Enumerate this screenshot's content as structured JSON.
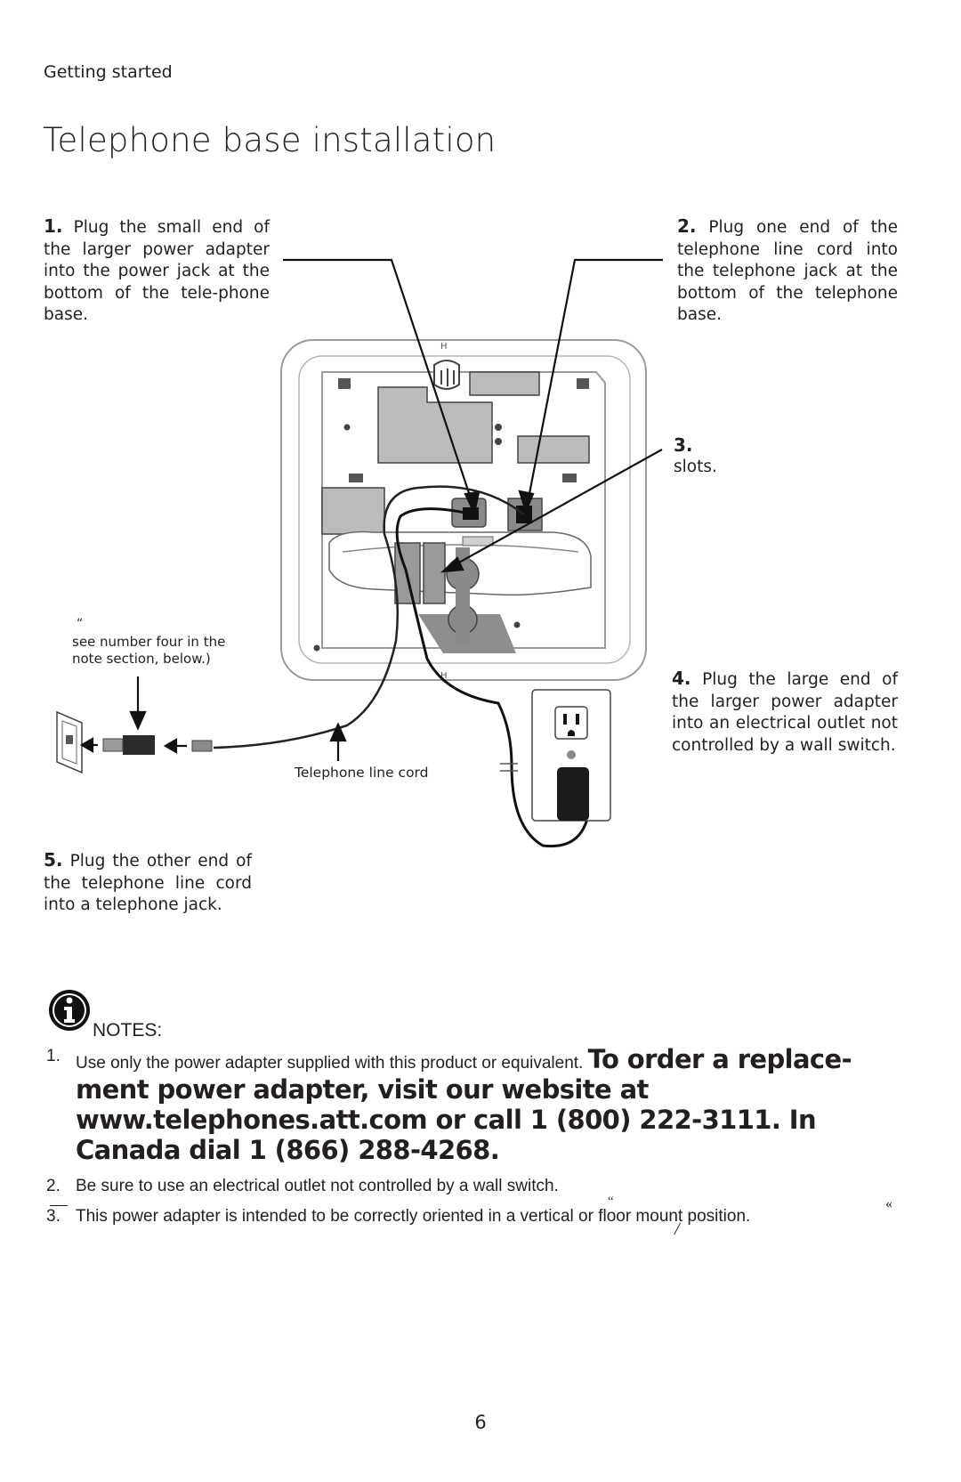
{
  "header": {
    "section": "Getting started"
  },
  "title": "Telephone base installation",
  "steps": {
    "s1": {
      "num": "1.",
      "text": "Plug the small end of the larger power adapter into the power jack at the bottom of the tele-phone base."
    },
    "s2": {
      "num": "2.",
      "text": "Plug one end of the telephone line cord into the telephone jack at the bottom of the telephone base."
    },
    "s3": {
      "num": "3.",
      "text": "slots."
    },
    "s4": {
      "num": "4.",
      "text": "Plug the large end of the larger power adapter into an electrical outlet not controlled by a wall switch."
    },
    "s5": {
      "num": "5.",
      "text": "Plug the other end of the telephone line cord into a telephone jack."
    }
  },
  "diagram": {
    "quote_mark": "“",
    "side_note": "see number four in the note section, below.)",
    "cord_label": "Telephone line cord"
  },
  "notes": {
    "heading": "NOTES:",
    "items": [
      {
        "num": "1.",
        "text": "Use only the power adapter supplied with this product or equivalent.",
        "bold": "To order a replace-ment power adapter, visit our website at www.telephones.att.com or call 1 (800) 222-3111. In Canada dial 1 (866) 288-4268."
      },
      {
        "num": "2.",
        "text": "Be sure to use an electrical outlet not controlled by a wall switch."
      },
      {
        "num": "3.",
        "text": "This power adapter is intended to be correctly oriented in a vertical or floor mount position."
      }
    ],
    "stray": {
      "dash": "—",
      "quote_open": "“",
      "quote_guillemet": "«",
      "slash": "/"
    }
  },
  "icons": {
    "info": "info-icon",
    "outlet": "electrical-outlet-icon",
    "wall_jack": "wall-jack-icon"
  },
  "colors": {
    "text": "#231f20",
    "diagram_gray": "#8a8a8a",
    "diagram_dark": "#2b2b2b",
    "page": "#ffffff"
  },
  "footer": {
    "page_number": "6"
  }
}
